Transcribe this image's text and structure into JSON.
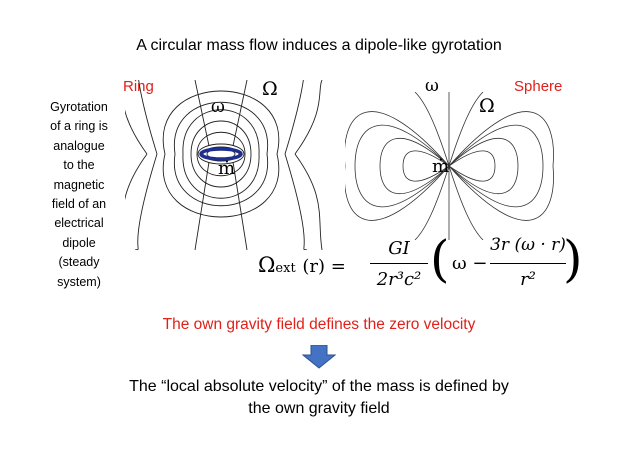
{
  "title": "A circular mass flow induces a dipole-like gyrotation",
  "ring_label": "Ring",
  "sphere_label": "Sphere",
  "side_text": [
    "Gyrotation",
    "of a ring is",
    "analogue",
    "to the",
    "magnetic",
    "field of an",
    "electrical",
    "dipole",
    "(steady",
    "system)"
  ],
  "symbols": {
    "omega_small": "ω",
    "omega_big": "Ω",
    "m_dot": "ṁ"
  },
  "formula": {
    "lhs": "Ω",
    "lhs_sub": "ext",
    "arg": "(r) =",
    "numerator": "GI",
    "denominator": "2r³c²",
    "term1": "ω −",
    "term2_num": "3r (ω · r)",
    "term2_den": "r²"
  },
  "red_text": "The own gravity field defines the zero velocity",
  "bottom_lines": [
    "The “local absolute velocity” of the mass is defined by",
    "the own gravity field"
  ],
  "colors": {
    "accent_red": "#e0201a",
    "arrow_blue": "#4472c4",
    "ring_blue": "#1f2f8f"
  }
}
